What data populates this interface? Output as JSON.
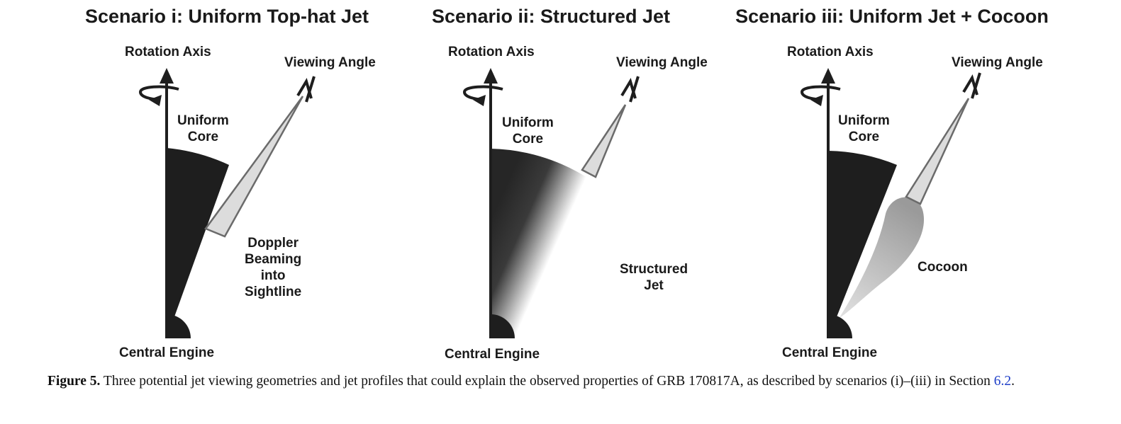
{
  "figure": {
    "panels": [
      {
        "title": "Scenario i: Uniform Top-hat Jet",
        "rotation_axis": "Rotation Axis",
        "viewing_angle": "Viewing Angle",
        "core_lines": [
          "Uniform",
          "Core"
        ],
        "side_lines": [
          "Doppler",
          "Beaming",
          "into",
          "Sightline"
        ],
        "central_engine": "Central Engine"
      },
      {
        "title": "Scenario ii: Structured Jet",
        "rotation_axis": "Rotation Axis",
        "viewing_angle": "Viewing Angle",
        "core_lines": [
          "Uniform",
          "Core"
        ],
        "side_lines": [
          "Structured",
          "Jet"
        ],
        "central_engine": "Central Engine"
      },
      {
        "title": "Scenario iii: Uniform Jet + Cocoon",
        "rotation_axis": "Rotation Axis",
        "viewing_angle": "Viewing Angle",
        "core_lines": [
          "Uniform",
          "Core"
        ],
        "side_lines": [
          "Cocoon"
        ],
        "central_engine": "Central Engine"
      }
    ],
    "colors": {
      "jet": "#1e1e1e",
      "beam_fill": "#dcdcdc",
      "beam_stroke": "#6b6b6b",
      "cocoon": "#a8a8a8"
    }
  },
  "caption": {
    "label": "Figure 5.",
    "text": " Three potential jet viewing geometries and jet profiles that could explain the observed properties of GRB 170817A, as described by scenarios (i)–(iii) in Section ",
    "link": "6.2",
    "end": "."
  }
}
